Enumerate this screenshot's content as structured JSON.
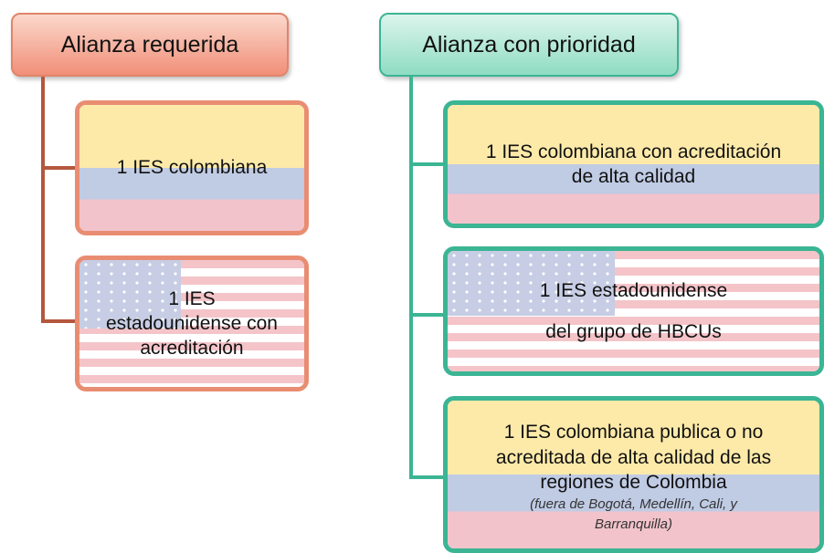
{
  "left_column": {
    "header": "Alianza requerida",
    "boxes": [
      {
        "lines": [
          "1 IES colombiana"
        ]
      },
      {
        "lines": [
          "1 IES",
          "estadounidense con",
          "acreditación"
        ]
      }
    ]
  },
  "right_column": {
    "header": "Alianza con prioridad",
    "boxes": [
      {
        "lines": [
          "1 IES colombiana con acreditación",
          "de alta calidad"
        ]
      },
      {
        "lines": [
          "1 IES estadounidense",
          "del grupo de HBCUs"
        ]
      },
      {
        "lines": [
          "1 IES colombiana publica o no",
          "acreditada de alta calidad de las",
          "regiones de Colombia"
        ],
        "sub_lines": [
          "(fuera de Bogotá, Medellín, Cali, y",
          "Barranquilla)"
        ]
      }
    ]
  },
  "colors": {
    "left_accent": "#e98d72",
    "left_connector": "#b4573c",
    "right_accent": "#3bb594",
    "colombia_yellow": "#fdeaa9",
    "colombia_blue": "#c0cbe4",
    "colombia_red": "#f2c3cb",
    "usa_stripe": "#f4c4c9",
    "usa_canton": "#c6cde4"
  }
}
